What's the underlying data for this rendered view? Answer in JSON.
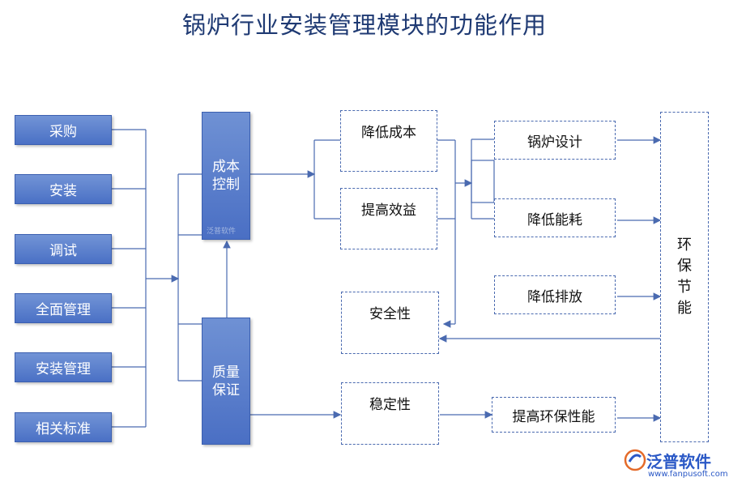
{
  "title": "锅炉行业安装管理模块的功能作用",
  "left_items": [
    "采购",
    "安装",
    "调试",
    "全面管理",
    "安装管理",
    "相关标准"
  ],
  "cost_control": "成本控制",
  "quality": "质量保证",
  "reduce_cost": "降低成本",
  "improve_benefit": "提高效益",
  "safety": "安全性",
  "stability": "稳定性",
  "boiler_design": "锅炉设计",
  "reduce_energy": "降低能耗",
  "reduce_emission": "降低排放",
  "improve_env": "提高环保性能",
  "env_energy": "环保节能",
  "watermark": "泛普软件",
  "logo": {
    "name": "泛普软件",
    "url": "www.fanpusoft.com"
  },
  "colors": {
    "box_fill": "#5b7fcc",
    "line": "#4a6ab0",
    "title": "#1f3a73"
  }
}
